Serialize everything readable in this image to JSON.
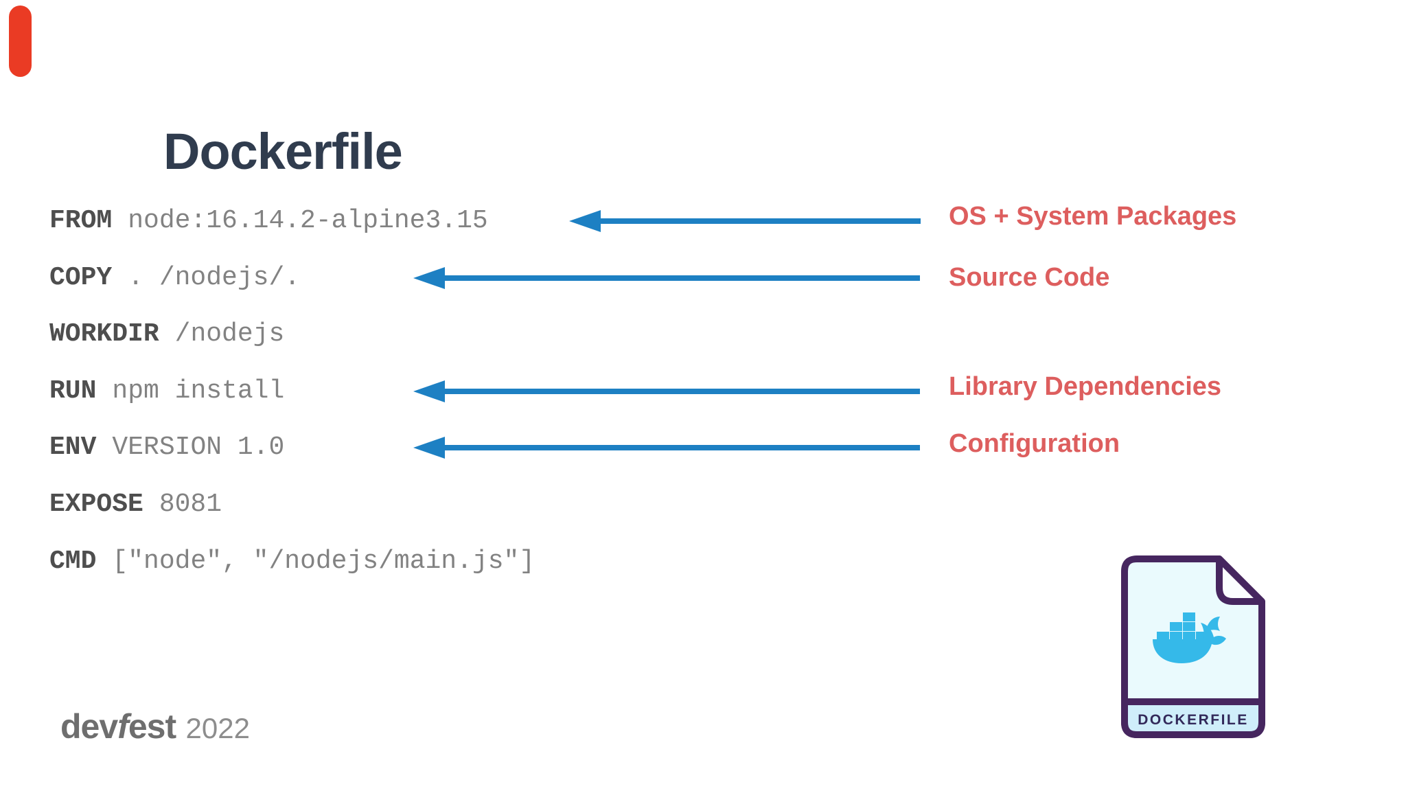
{
  "slide": {
    "title": "Dockerfile",
    "dockerfile_code": [
      {
        "keyword": "FROM",
        "value": "node:16.14.2-alpine3.15"
      },
      {
        "keyword": "COPY",
        "value": ". /nodejs/."
      },
      {
        "keyword": "WORKDIR",
        "value": "/nodejs"
      },
      {
        "keyword": "RUN",
        "value": "npm install"
      },
      {
        "keyword": "ENV",
        "value": "VERSION 1.0"
      },
      {
        "keyword": "EXPOSE",
        "value": "8081"
      },
      {
        "keyword": "CMD",
        "value": "[\"node\", \"/nodejs/main.js\"]"
      }
    ],
    "annotations": [
      {
        "label": "OS + System Packages",
        "target": "FROM"
      },
      {
        "label": "Source Code",
        "target": "COPY"
      },
      {
        "label": "Library Dependencies",
        "target": "RUN"
      },
      {
        "label": "Configuration",
        "target": "ENV"
      }
    ],
    "footer_logo": {
      "brand_left": "dev",
      "brand_f": "f",
      "brand_right": "est",
      "year": "2022"
    },
    "file_icon": {
      "label": "DOCKERFILE"
    },
    "colors": {
      "arrow_blue": "#1d80c3",
      "annotation_red": "#dd5e5e",
      "title_navy": "#303c4e",
      "code_keyword_gray": "#4e4e4e",
      "code_value_gray": "#828282",
      "accent_red": "#ea3b24",
      "icon_border_purple": "#46265f",
      "icon_body_blue": "#eafafd",
      "icon_band_blue": "#cfeefa",
      "whale_blue": "#35b9e9",
      "footer_gray": "#6e6e6e"
    }
  }
}
